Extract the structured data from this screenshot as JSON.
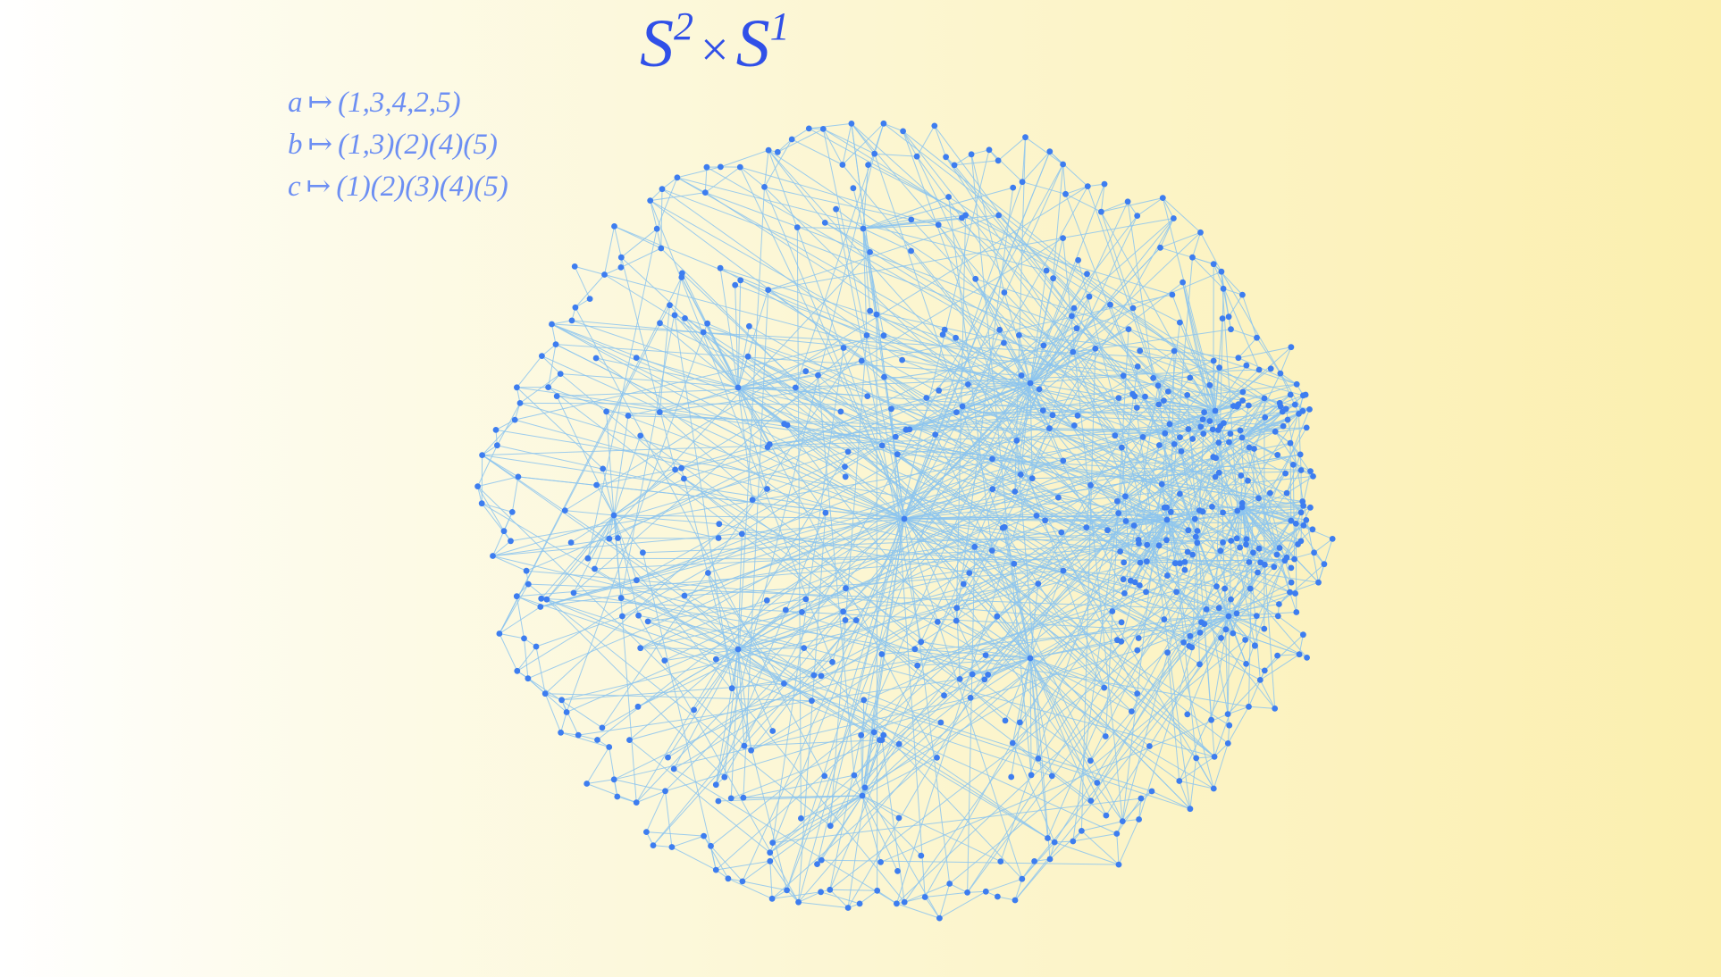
{
  "title": {
    "base1": "S",
    "exp1": "2",
    "times": "×",
    "base2": "S",
    "exp2": "1"
  },
  "generators": [
    {
      "letter": "a",
      "arrow": "↦",
      "perm": "(1,3,4,2,5)"
    },
    {
      "letter": "b",
      "arrow": "↦",
      "perm": "(1,3)(2)(4)(5)"
    },
    {
      "letter": "c",
      "arrow": "↦",
      "perm": "(1)(2)(3)(4)(5)"
    }
  ],
  "colors": {
    "node": "#3d7df0",
    "edge": "#8cc4ef",
    "title": "#3050e8",
    "generator_text": "#6d8ff3"
  }
}
